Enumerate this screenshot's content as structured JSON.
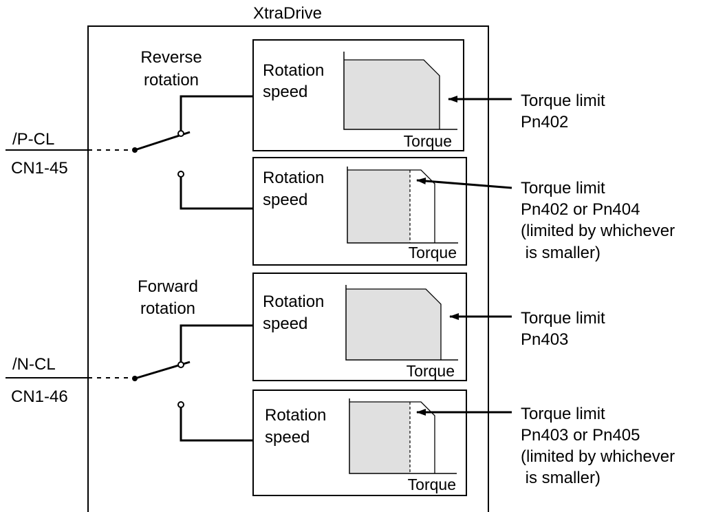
{
  "title": "XtraDrive",
  "colors": {
    "fill": "#e0e0e0",
    "stroke": "#000000"
  },
  "inputs": [
    {
      "signal": "/P-CL",
      "pin": "CN1-45",
      "switch_label": [
        "Reverse",
        "rotation"
      ]
    },
    {
      "signal": "/N-CL",
      "pin": "CN1-46",
      "switch_label": [
        "Forward",
        "rotation"
      ]
    }
  ],
  "panels": [
    {
      "y_label": [
        "Rotation",
        "speed"
      ],
      "x_label": "Torque",
      "notes": [
        "Torque limit",
        "Pn402"
      ]
    },
    {
      "y_label": [
        "Rotation",
        "speed"
      ],
      "x_label": "Torque",
      "notes": [
        "Torque limit",
        "Pn402 or Pn404",
        "(limited by whichever",
        " is smaller)"
      ]
    },
    {
      "y_label": [
        "Rotation",
        "speed"
      ],
      "x_label": "Torque",
      "notes": [
        "Torque limit",
        "Pn403"
      ]
    },
    {
      "y_label": [
        "Rotation",
        "speed"
      ],
      "x_label": "Torque",
      "notes": [
        "Torque limit",
        "Pn403 or Pn405",
        "(limited by whichever",
        " is smaller)"
      ]
    }
  ]
}
